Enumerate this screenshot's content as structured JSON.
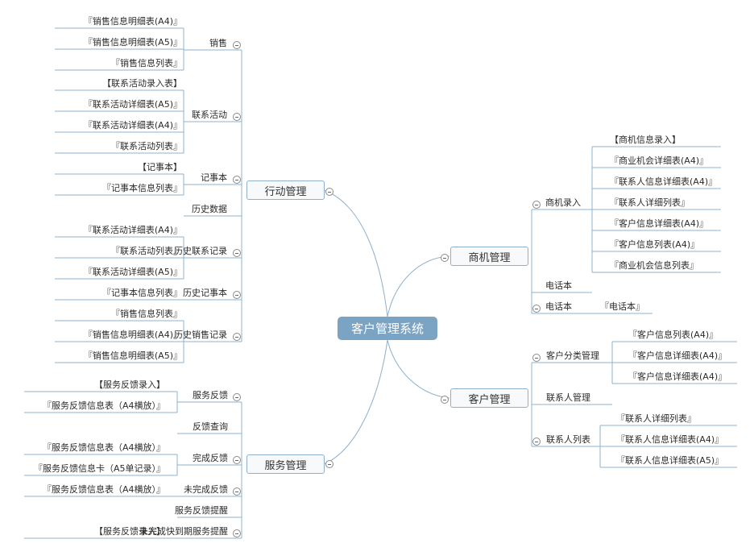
{
  "root": "客户管理系统",
  "branches": {
    "action": {
      "label": "行动管理",
      "children": [
        {
          "label": "销售",
          "items": [
            "『销售信息明细表(A4)』",
            "『销售信息明细表(A5)』",
            "『销售信息列表』"
          ]
        },
        {
          "label": "联系活动",
          "items": [
            "【联系活动录入表】",
            "『联系活动详细表(A5)』",
            "『联系活动详细表(A4)』",
            "『联系活动列表』"
          ]
        },
        {
          "label": "记事本",
          "items": [
            "【记事本】",
            "『记事本信息列表』"
          ]
        },
        {
          "label": "历史数据",
          "items": []
        },
        {
          "label": "历史联系记录",
          "items": [
            "『联系活动详细表(A4)』",
            "『联系活动列表』",
            "『联系活动详细表(A5)』"
          ]
        },
        {
          "label": "历史记事本",
          "items": [
            "『记事本信息列表』"
          ]
        },
        {
          "label": "历史销售记录",
          "items": [
            "『销售信息列表』",
            "『销售信息明细表(A4)』",
            "『销售信息明细表(A5)』"
          ]
        }
      ]
    },
    "service": {
      "label": "服务管理",
      "children": [
        {
          "label": "服务反馈",
          "items": [
            "【服务反馈录入】",
            "『服务反馈信息表（A4横放）』"
          ]
        },
        {
          "label": "反馈查询",
          "items": []
        },
        {
          "label": "完成反馈",
          "items": [
            "『服务反馈信息表（A4横放）』",
            "『服务反馈信息卡（A5单记录）』"
          ]
        },
        {
          "label": "未完成反馈",
          "items": [
            "『服务反馈信息表（A4横放）』"
          ]
        },
        {
          "label": "服务反馈提醒",
          "items": []
        },
        {
          "label": "未完成快到期服务提醒",
          "items": [
            "【服务反馈录入】"
          ]
        }
      ]
    },
    "opportunity": {
      "label": "商机管理",
      "children": [
        {
          "label": "商机录入",
          "items": [
            "【商机信息录入】",
            "『商业机会详细表(A4)』",
            "『联系人信息详细表(A4)』",
            "『联系人详细列表』",
            "『客户信息详细表(A4)』",
            "『客户信息列表(A4)』",
            "『商业机会信息列表』"
          ]
        },
        {
          "label": "电话本",
          "items": []
        },
        {
          "label": "电话本",
          "items": [
            "『电话本』"
          ]
        }
      ]
    },
    "customer": {
      "label": "客户管理",
      "children": [
        {
          "label": "客户分类管理",
          "items": [
            "『客户信息列表(A4)』",
            "『客户信息详细表(A4)』",
            "『客户信息详细表(A4)』"
          ]
        },
        {
          "label": "联系人管理",
          "items": []
        },
        {
          "label": "联系人列表",
          "items": [
            "『联系人详细列表』",
            "『联系人信息详细表(A4)』",
            "『联系人信息详细表(A5)』"
          ]
        }
      ]
    }
  },
  "colors": {
    "root_fill": "#7ba3c4",
    "node_border": "#8fb0cc",
    "line": "#8fb0cc"
  }
}
